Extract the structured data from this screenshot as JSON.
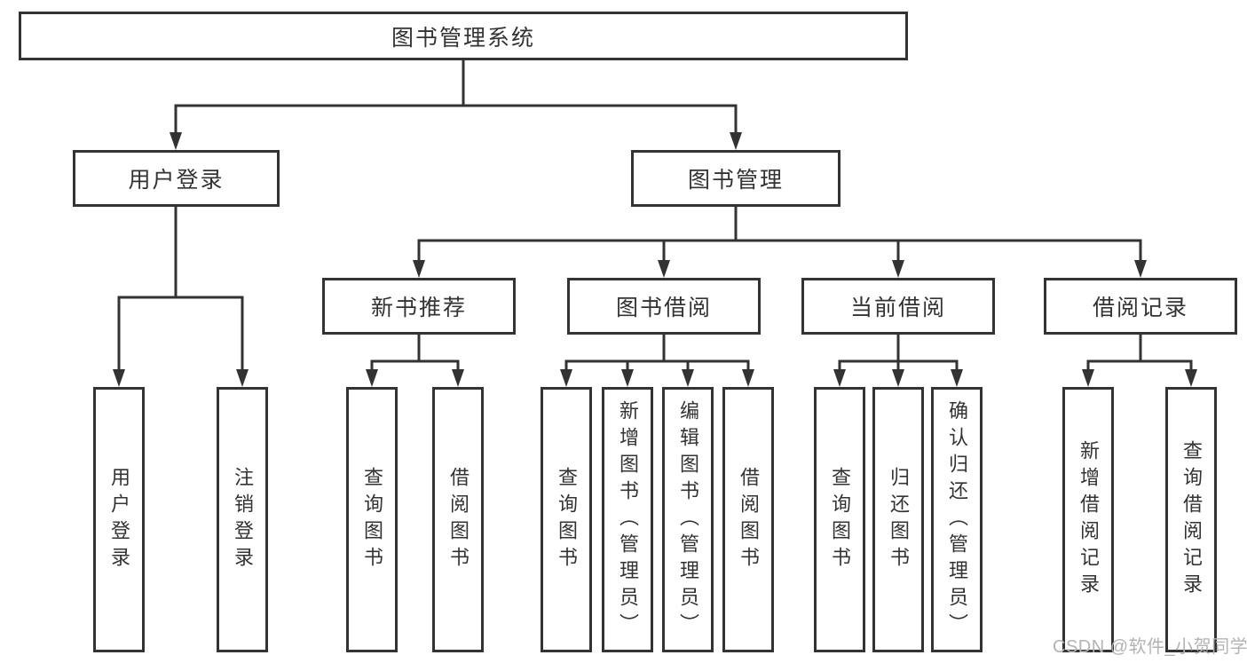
{
  "colors": {
    "line": "#333333",
    "box_border": "#333333",
    "text": "#333333",
    "watermark": "#b3b3b3",
    "background": "#ffffff"
  },
  "diagram": {
    "root": {
      "label": "图书管理系统",
      "children": [
        {
          "label": "用户登录",
          "children": [
            {
              "label": "用户登录"
            },
            {
              "label": "注销登录"
            }
          ]
        },
        {
          "label": "图书管理",
          "children": [
            {
              "label": "新书推荐",
              "children": [
                {
                  "label": "查询图书"
                },
                {
                  "label": "借阅图书"
                }
              ]
            },
            {
              "label": "图书借阅",
              "children": [
                {
                  "label": "查询图书"
                },
                {
                  "label": "新增图书（管理员）"
                },
                {
                  "label": "编辑图书（管理员）"
                },
                {
                  "label": "借阅图书"
                }
              ]
            },
            {
              "label": "当前借阅",
              "children": [
                {
                  "label": "查询图书"
                },
                {
                  "label": "归还图书"
                },
                {
                  "label": "确认归还（管理员）"
                }
              ]
            },
            {
              "label": "借阅记录",
              "children": [
                {
                  "label": "新增借阅记录"
                },
                {
                  "label": "查询借阅记录"
                }
              ]
            }
          ]
        }
      ]
    }
  },
  "watermark": {
    "text": "CSDN @软件_小贺同学"
  }
}
